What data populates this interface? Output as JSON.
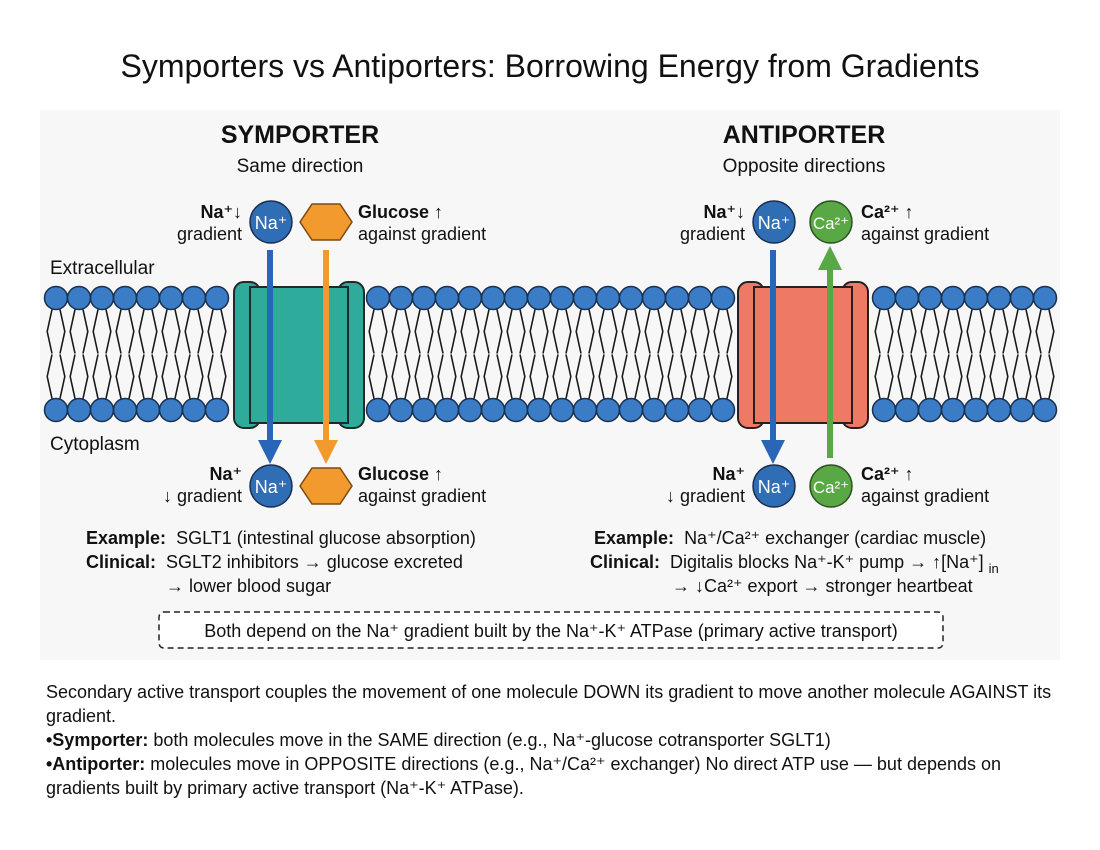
{
  "title": "Symporters vs Antiporters: Borrowing Energy from Gradients",
  "labels": {
    "extracellular": "Extracellular",
    "cytoplasm": "Cytoplasm"
  },
  "symporter": {
    "heading": "SYMPORTER",
    "subheading": "Same direction",
    "na_symbol": "Na⁺",
    "top_left_1": "Na⁺↓",
    "top_left_2": "gradient",
    "top_right_1": "Glucose ↑",
    "top_right_2": "against gradient",
    "bottom_left_1": "Na⁺",
    "bottom_left_2": "↓ gradient",
    "bottom_right_1": "Glucose ↑",
    "bottom_right_2": "against gradient",
    "example_label": "Example:",
    "example_text": "SGLT1 (intestinal glucose absorption)",
    "clinical_label": "Clinical:",
    "clinical_text": "SGLT2 inhibitors → glucose excreted",
    "clinical_text_2": "→ lower blood sugar"
  },
  "antiporter": {
    "heading": "ANTIPORTER",
    "subheading": "Opposite directions",
    "na_symbol": "Na⁺",
    "ca_symbol": "Ca²⁺",
    "top_left_1": "Na⁺↓",
    "top_left_2": "gradient",
    "top_right_1": "Ca²⁺ ↑",
    "top_right_2": "against gradient",
    "bottom_left_1": "Na⁺",
    "bottom_left_2": "↓ gradient",
    "bottom_right_1": "Ca²⁺ ↑",
    "bottom_right_2": "against gradient",
    "example_label": "Example:",
    "example_text": "Na⁺/Ca²⁺ exchanger (cardiac muscle)",
    "clinical_label": "Clinical:",
    "clinical_text": "Digitalis blocks Na⁺-K⁺ pump → ↑[Na⁺]",
    "clinical_sub": "in",
    "clinical_text_2": "→ ↓Ca²⁺ export → stronger heartbeat"
  },
  "note": "Both depend on the Na⁺ gradient built by the Na⁺-K⁺ ATPase (primary active transport)",
  "description": {
    "intro": "Secondary active transport couples the movement of one molecule DOWN its gradient to move another molecule AGAINST its gradient.",
    "bullet1_label": "•Symporter:",
    "bullet1_text": " both molecules move in the SAME direction (e.g., Na⁺-glucose cotransporter SGLT1)",
    "bullet2_label": "•Antiporter:",
    "bullet2_text": " molecules move in OPPOSITE directions (e.g., Na⁺/Ca²⁺ exchanger) No direct ATP use — but depends on gradients built by primary active transport (Na⁺-K⁺ ATPase)."
  },
  "colors": {
    "lipid_head": "#3a7cc6",
    "na": "#2f6db5",
    "glucose": "#f29a2e",
    "calcium": "#5aa845",
    "symporter_protein": "#2eab9b",
    "antiporter_protein": "#ee7a66",
    "na_arrow": "#2a66b8",
    "glucose_arrow": "#f29a2e",
    "ca_arrow": "#5aa845"
  }
}
